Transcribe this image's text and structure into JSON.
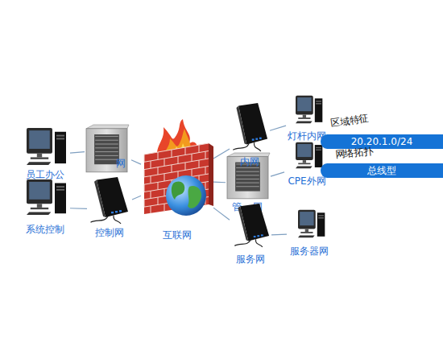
{
  "diagram": {
    "nodes": [
      {
        "text": [
          "员工办公"
        ]
      },
      {
        "text": [
          "网"
        ]
      },
      {
        "text": [
          "系统控制"
        ]
      },
      {
        "text": [
          "控制网"
        ]
      },
      {
        "text": [
          "互联网"
        ]
      },
      {
        "text": [
          "内网"
        ]
      },
      {
        "text": [
          "管",
          "网"
        ]
      },
      {
        "text": [
          "服务网"
        ]
      },
      {
        "text": [
          "灯杆内网"
        ]
      },
      {
        "text": [
          "CPE外网"
        ]
      },
      {
        "text": [
          "服务器网"
        ]
      },
      {
        "text": [
          "20.20.1.0/24"
        ]
      },
      {
        "text": [
          "总线型"
        ]
      }
    ],
    "edges": [
      {
        "from": 0,
        "to": 1,
        "arrow": "none"
      },
      {
        "from": 2,
        "to": 3,
        "arrow": "none"
      },
      {
        "from": 1,
        "to": 4,
        "arrow": "none"
      },
      {
        "from": 3,
        "to": 4,
        "arrow": "none"
      },
      {
        "from": 4,
        "to": 5,
        "arrow": "none"
      },
      {
        "from": 4,
        "to": 6,
        "arrow": "none"
      },
      {
        "from": 4,
        "to": 7,
        "arrow": "none"
      },
      {
        "from": 5,
        "to": 8,
        "arrow": "none"
      },
      {
        "from": 6,
        "to": 9,
        "arrow": "none"
      },
      {
        "from": 7,
        "to": 10,
        "arrow": "none"
      }
    ],
    "labels": [
      "区域特征",
      "网络拓扑"
    ]
  }
}
